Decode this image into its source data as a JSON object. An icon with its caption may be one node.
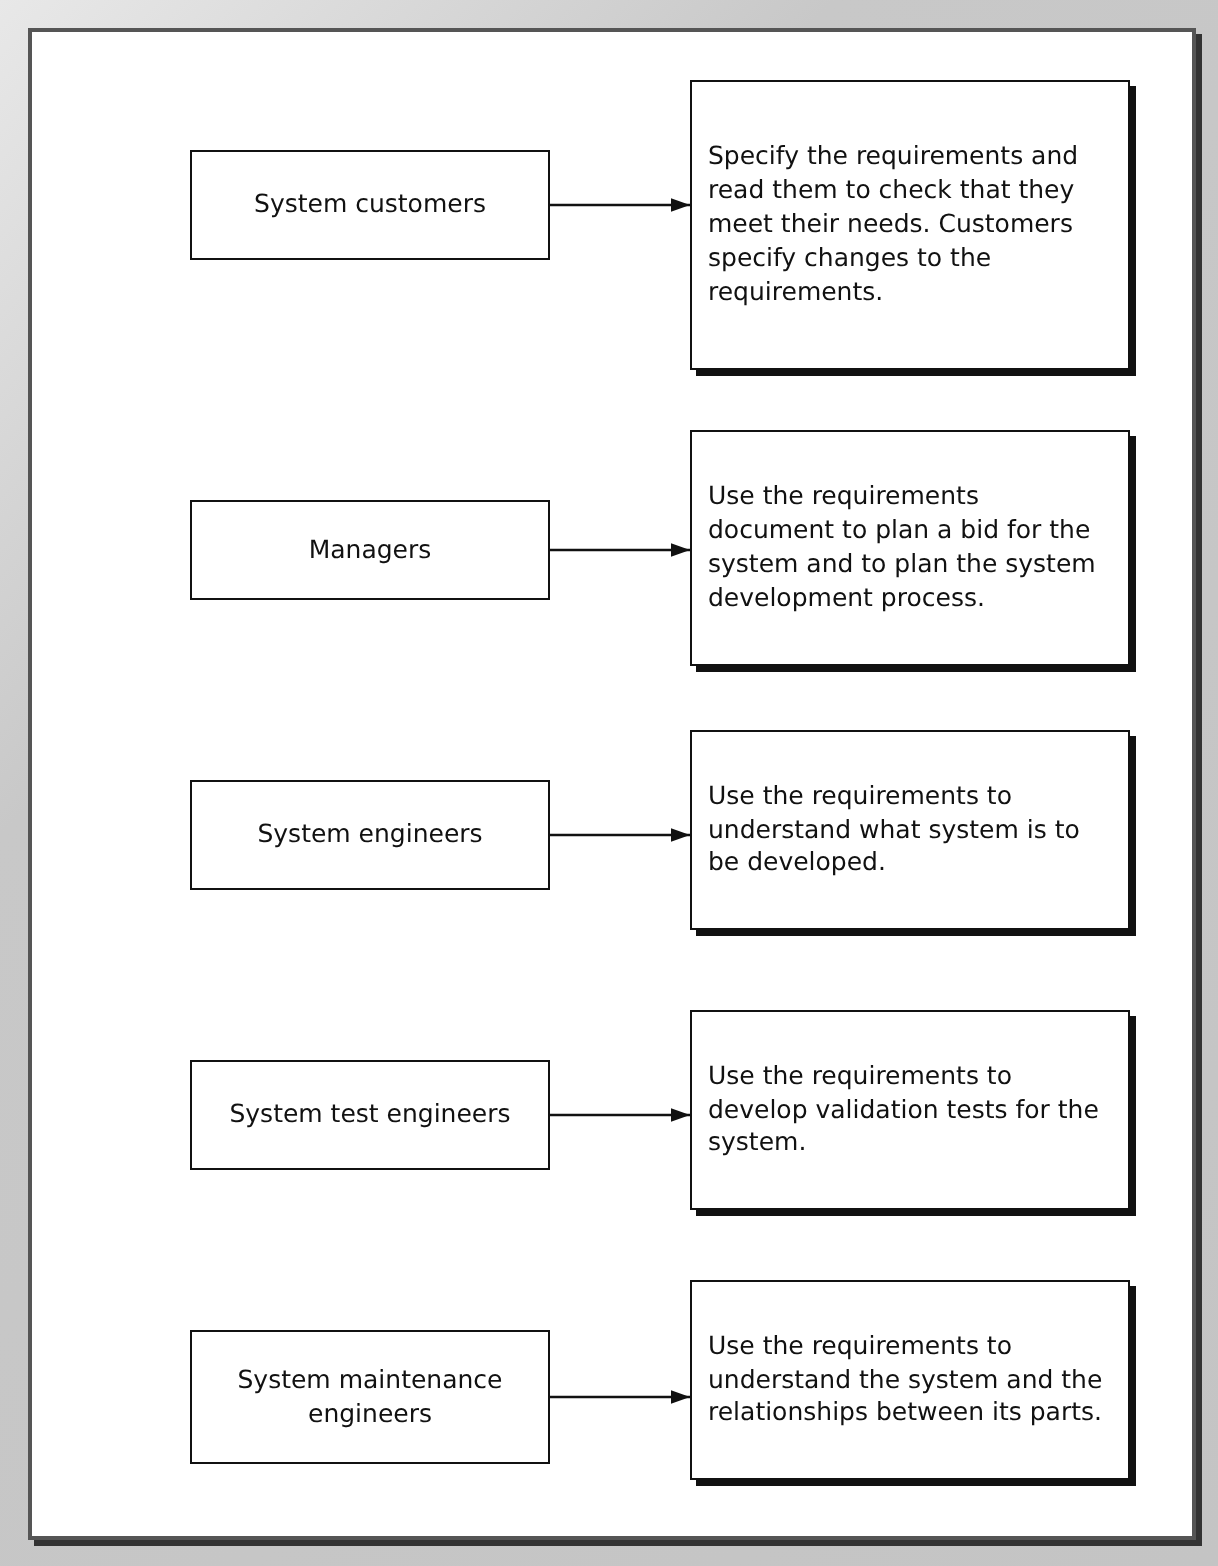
{
  "diagram": {
    "nodes": [
      {
        "text": [
          "System customers"
        ]
      },
      {
        "text": [
          "Specify the requirements and read them to check that they meet their needs. Customers specify changes to the requirements."
        ]
      },
      {
        "text": [
          "Managers"
        ]
      },
      {
        "text": [
          "Use the requirements document to plan a bid for the system and to plan the system development process."
        ]
      },
      {
        "text": [
          "System engineers"
        ]
      },
      {
        "text": [
          "Use the requirements to understand what system is to be developed."
        ]
      },
      {
        "text": [
          "System test engineers"
        ]
      },
      {
        "text": [
          "Use the requirements to develop validation tests for the system."
        ]
      },
      {
        "text": [
          "System maintenance engineers"
        ]
      },
      {
        "text": [
          "Use the requirements to understand the system and the relationships between its parts."
        ]
      }
    ],
    "edges": [
      {
        "from": 0,
        "to": 1,
        "arrow": "to"
      },
      {
        "from": 2,
        "to": 3,
        "arrow": "to"
      },
      {
        "from": 4,
        "to": 5,
        "arrow": "to"
      },
      {
        "from": 6,
        "to": 7,
        "arrow": "to"
      },
      {
        "from": 8,
        "to": 9,
        "arrow": "to"
      }
    ]
  }
}
